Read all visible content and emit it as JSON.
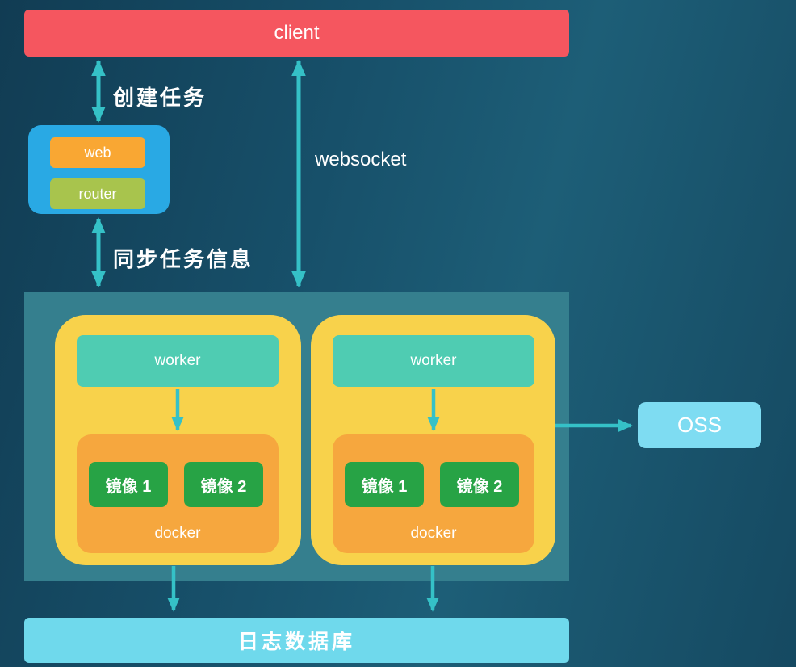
{
  "diagram": {
    "client": {
      "label": "client"
    },
    "gateway": {
      "web": "web",
      "router": "router"
    },
    "labels": {
      "create_task": "创建任务",
      "websocket": "websocket",
      "sync_task_info": "同步任务信息"
    },
    "cluster": {
      "workers": [
        {
          "worker": "worker",
          "docker": "docker",
          "images": [
            "镜像 1",
            "镜像 2"
          ]
        },
        {
          "worker": "worker",
          "docker": "docker",
          "images": [
            "镜像 1",
            "镜像 2"
          ]
        }
      ]
    },
    "oss": {
      "label": "OSS"
    },
    "log_db": {
      "label": "日志数据库"
    },
    "colors": {
      "client_bar": "#f5565f",
      "gateway_box": "#29a9e4",
      "web_box": "#f9a733",
      "router_box": "#a8c44d",
      "cluster_container": "#357f8e",
      "worker_node": "#f8d24b",
      "worker_box": "#4fccb2",
      "docker_box": "#f6a73e",
      "image_box": "#27a345",
      "oss_box": "#7edcf2",
      "log_db_bar": "#6fd9ec",
      "arrow": "#35c1c7",
      "text": "#ffffff"
    }
  }
}
